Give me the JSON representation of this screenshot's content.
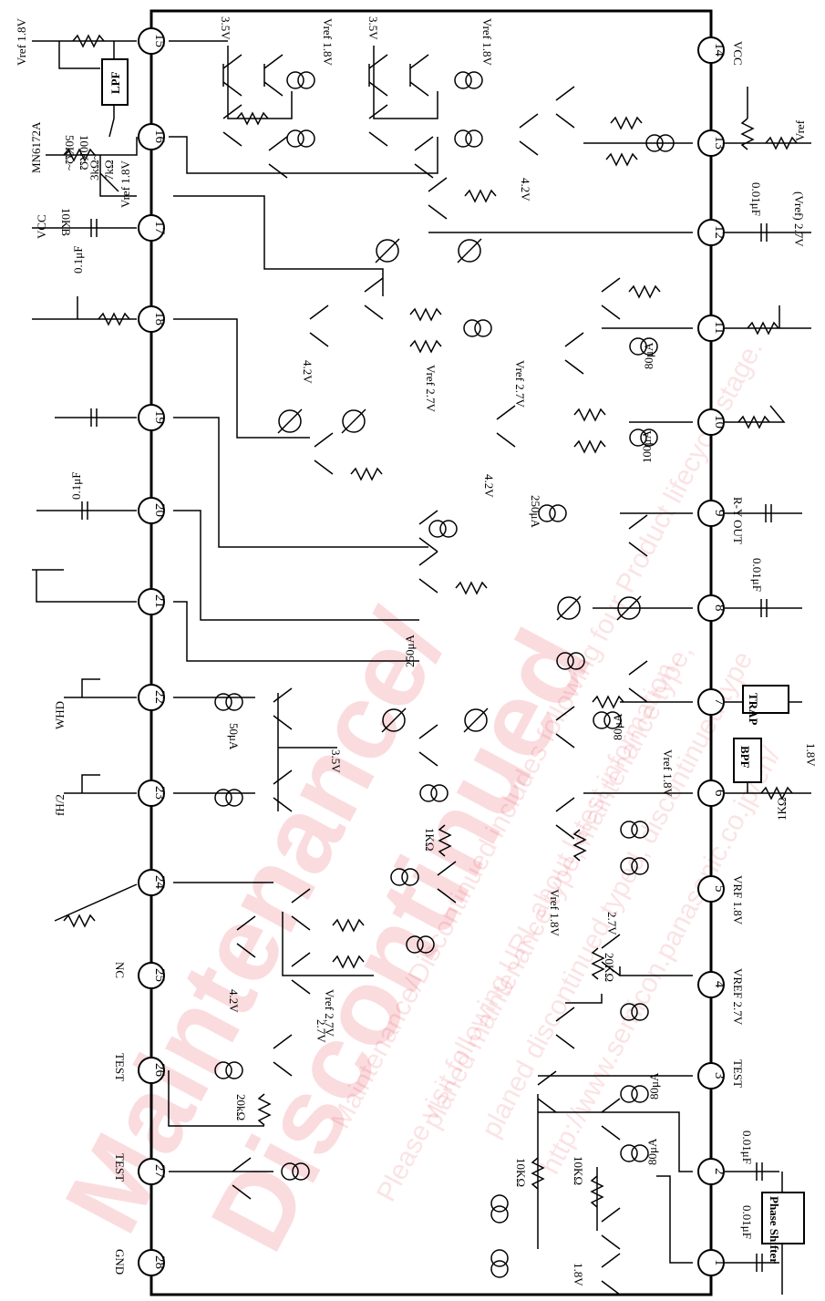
{
  "pins_left": [
    {
      "n": "15",
      "label": ""
    },
    {
      "n": "16",
      "label": ""
    },
    {
      "n": "17",
      "label": ""
    },
    {
      "n": "18",
      "label": ""
    },
    {
      "n": "19",
      "label": ""
    },
    {
      "n": "20",
      "label": ""
    },
    {
      "n": "21",
      "label": ""
    },
    {
      "n": "22",
      "label": ""
    },
    {
      "n": "23",
      "label": ""
    },
    {
      "n": "24",
      "label": ""
    },
    {
      "n": "25",
      "label": "NC"
    },
    {
      "n": "26",
      "label": "TEST"
    },
    {
      "n": "27",
      "label": "TEST"
    },
    {
      "n": "28",
      "label": "GND"
    }
  ],
  "pins_right": [
    {
      "n": "14",
      "label": "VCC"
    },
    {
      "n": "13",
      "label": ""
    },
    {
      "n": "12",
      "label": ""
    },
    {
      "n": "11",
      "label": ""
    },
    {
      "n": "10",
      "label": ""
    },
    {
      "n": "9",
      "label": "R-Y OUT"
    },
    {
      "n": "8",
      "label": ""
    },
    {
      "n": "7",
      "label": ""
    },
    {
      "n": "6",
      "label": ""
    },
    {
      "n": "5",
      "label": "VRF 1.8V"
    },
    {
      "n": "4",
      "label": "VREF 2.7V"
    },
    {
      "n": "3",
      "label": "TEST"
    },
    {
      "n": "2",
      "label": ""
    },
    {
      "n": "1",
      "label": ""
    }
  ],
  "external": {
    "vref_18_top": "Vref 1.8V",
    "lpf": "LPF",
    "mn6172a": "MN6172A",
    "res_100k": "100KΩ",
    "res_50k": "50KΩ~",
    "res_3k": "3kΩ~",
    "res_7k": "7kΩ",
    "vref_18_16": "Vref 1.8V",
    "vcc_17": "VCC",
    "res_10kb": "10KB",
    "cap_01_17": "0.1μF",
    "cap_01_20": "0.1μF",
    "whd": "WHD",
    "fh2": "fH/2",
    "cap_001_12": "0.01μF",
    "vref_27_12": "(Vref) 2.7V",
    "cap_001_8": "0.01μF",
    "trap": "TRAP",
    "bpf": "BPF",
    "res_1k_6": "1KΩ",
    "v18_6": "1.8V",
    "cap_001_2": "0.01μF",
    "cap_001_1": "0.01μF",
    "phase_shifter": "Phase Shifter",
    "vref_13": "Vref"
  },
  "internal": {
    "v35_a": "3.5V",
    "v35_b": "3.5V",
    "vref_a": "Vref 1.8V",
    "vref_b": "Vref 1.8V",
    "v42_13": "4.2V",
    "v42_18": "4.2V",
    "vref27_18": "Vref 2.7V",
    "vref27_10": "Vref 2.7V",
    "v42_10": "4.2V",
    "i80_11": "80μA",
    "i100_10": "100μA",
    "i250_9": "250μA",
    "i250_21": "250μA",
    "i80_7": "80μA",
    "vref18_7": "Vref 1.8V",
    "i50_22": "50μA",
    "v35_22": "3.5V",
    "r1k": "1KΩ",
    "vref18_5": "Vref 1.8V",
    "v27_4": "2.7V",
    "r20k_4": "20KΩ",
    "v42_24": "4.2V",
    "vref27_24": "Vref 2.7V",
    "v27_26": "2.7V",
    "r20k_26": "20kΩ",
    "i80_3": "80μA",
    "r10k_a": "10KΩ",
    "r10k_b": "10KΩ",
    "i80_2": "80μA",
    "v18_1": "1.8V"
  },
  "watermark": {
    "main1": "Maintenance/",
    "main2": "Discontinued",
    "sub1": "Maintenance/Discontinued includes following four Product lifecycle stage.",
    "sub2": "Please visit following URL about latest information.",
    "sub3": "planed maintenance type, maintenance type,",
    "sub4": "planed discontinued typed, discontinued type",
    "url": "http://www.semicon.panasonic.co.jp/en/"
  }
}
